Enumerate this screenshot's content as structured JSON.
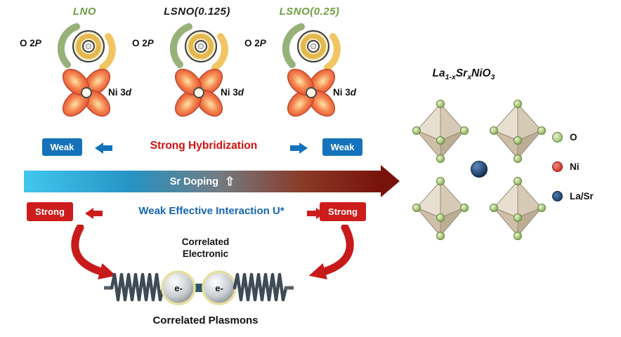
{
  "colors": {
    "badge_blue": "#1372ba",
    "badge_red": "#ce1c1c",
    "hybridization_text": "#d40f0f",
    "interaction_text": "#1565b0",
    "doping_gradient_start": "#41c7ef",
    "doping_gradient_end": "#78120b",
    "panel_title_green": "#6fa044",
    "legend_o": "#86b152",
    "legend_ni": "#c41414",
    "legend_lasr": "#14304f"
  },
  "panels": [
    {
      "title": "LNO"
    },
    {
      "title": "LSNO(0.125)"
    },
    {
      "title": "LSNO(0.25)"
    }
  ],
  "orbital": {
    "o2p_prefix": "O 2",
    "o2p_italic": "P",
    "ni3d_prefix": "Ni 3",
    "ni3d_italic": "d"
  },
  "hybridization": {
    "left_badge": "Weak",
    "center_text": "Strong Hybridization",
    "right_badge": "Weak"
  },
  "doping": {
    "label": "Sr Doping",
    "up_arrow_icon": "⇧"
  },
  "interaction": {
    "left_badge": "Strong",
    "center_text": "Weak Effective Interaction U*",
    "right_badge": "Strong"
  },
  "plasmon": {
    "caption_line1": "Correlated",
    "caption_line2": "Electronic",
    "electron_left": "e-",
    "electron_right": "e-",
    "footer": "Correlated Plasmons"
  },
  "crystal": {
    "formula": {
      "p1": "La",
      "sub1": "1-x",
      "p2": "Sr",
      "sub2": "x",
      "p3": "NiO",
      "sub3": "3"
    },
    "legend": [
      {
        "label": "O"
      },
      {
        "label": "Ni"
      },
      {
        "label": "La/Sr"
      }
    ]
  }
}
